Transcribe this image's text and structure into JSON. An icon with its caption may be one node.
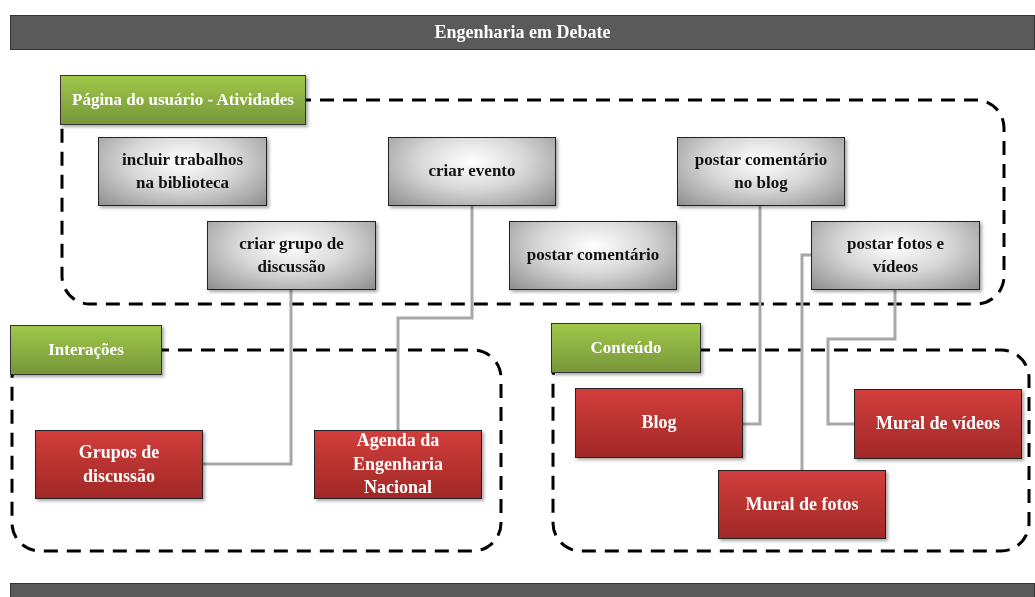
{
  "diagram": {
    "title": "Engenharia em Debate",
    "nodes": [
      {
        "text": [
          "Página do usuário - Atividades"
        ]
      },
      {
        "text": [
          "incluir trabalhos na biblioteca"
        ],
        "in": 0
      },
      {
        "text": [
          "criar evento"
        ],
        "in": 0
      },
      {
        "text": [
          "postar comentário no blog"
        ],
        "in": 0
      },
      {
        "text": [
          "criar grupo de discussão"
        ],
        "in": 0
      },
      {
        "text": [
          "postar comentário"
        ],
        "in": 0
      },
      {
        "text": [
          "postar fotos e vídeos"
        ],
        "in": 0
      },
      {
        "text": [
          "Interações"
        ]
      },
      {
        "text": [
          "Grupos de discussão"
        ],
        "in": 7
      },
      {
        "text": [
          "Agenda da Engenharia Nacional"
        ],
        "in": 7
      },
      {
        "text": [
          "Conteúdo"
        ]
      },
      {
        "text": [
          "Blog"
        ],
        "in": 10
      },
      {
        "text": [
          "Mural de vídeos"
        ],
        "in": 10
      },
      {
        "text": [
          "Mural de fotos"
        ],
        "in": 10
      }
    ],
    "edges": [
      {
        "from": 4,
        "to": 8,
        "arrow": "none"
      },
      {
        "from": 2,
        "to": 9,
        "arrow": "none"
      },
      {
        "from": 3,
        "to": 11,
        "arrow": "none"
      },
      {
        "from": 6,
        "to": 12,
        "arrow": "none"
      },
      {
        "from": 6,
        "to": 13,
        "arrow": "none"
      }
    ]
  }
}
